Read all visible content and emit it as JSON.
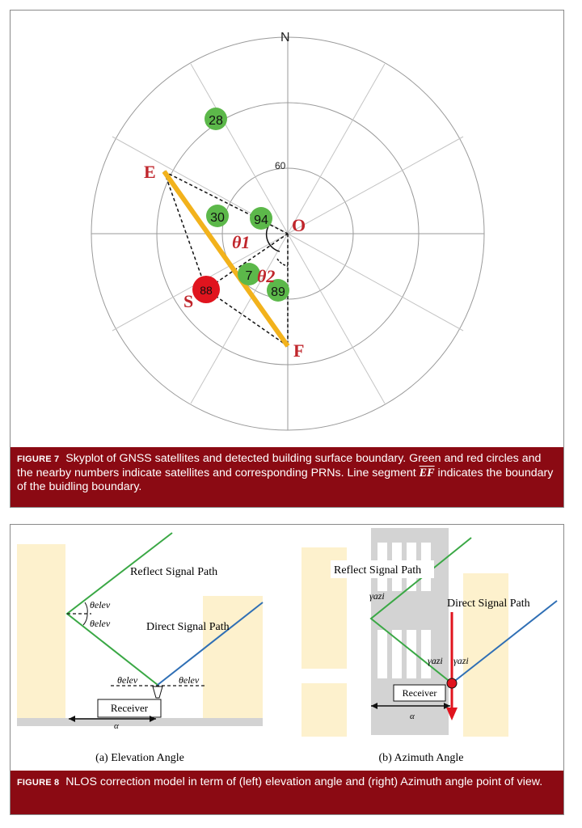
{
  "figure7": {
    "label": "FIGURE 7",
    "caption_part1": "Skyplot of GNSS satellites and detected building surface boundary. Green and red circles and the nearby numbers indicate satellites and corresponding PRNs. Line segment",
    "caption_segment": "EF",
    "caption_part2": "indicates the boundary of the buidling boundary.",
    "north_label": "N",
    "elev_label": "60",
    "points": {
      "E": "E",
      "F": "F",
      "S": "S",
      "O": "O"
    },
    "angles": {
      "theta1": "θ1",
      "theta2": "θ2"
    },
    "satellites": [
      {
        "prn": "28",
        "status": "LOS"
      },
      {
        "prn": "30",
        "status": "LOS"
      },
      {
        "prn": "94",
        "status": "LOS"
      },
      {
        "prn": "7",
        "status": "LOS"
      },
      {
        "prn": "89",
        "status": "LOS"
      },
      {
        "prn": "88",
        "status": "NLOS"
      }
    ],
    "colors": {
      "los": "#5cb84a",
      "nlos": "#e0141e",
      "boundary": "#f2b21c",
      "label": "#c0262c"
    }
  },
  "figure8": {
    "label": "FIGURE 8",
    "caption": "NLOS correction model in term of (left) elevation angle and (right) Azimuth angle point of view.",
    "left": {
      "reflect_label": "Reflect Signal Path",
      "direct_label": "Direct Signal Path",
      "receiver_label": "Receiver",
      "theta_label": "θelev",
      "alpha_label": "α",
      "subcaption": "(a) Elevation Angle"
    },
    "right": {
      "reflect_label": "Reflect Signal Path",
      "direct_label": "Direct Signal Path",
      "receiver_label": "Receiver",
      "gamma_label": "γazi",
      "alpha_label": "α",
      "subcaption": "(b) Azimuth Angle"
    },
    "colors": {
      "building": "#fdf1cd",
      "reflect": "#3aa845",
      "direct": "#2f6fb5",
      "arrow": "#e0141e",
      "road": "#d3d3d3"
    }
  }
}
